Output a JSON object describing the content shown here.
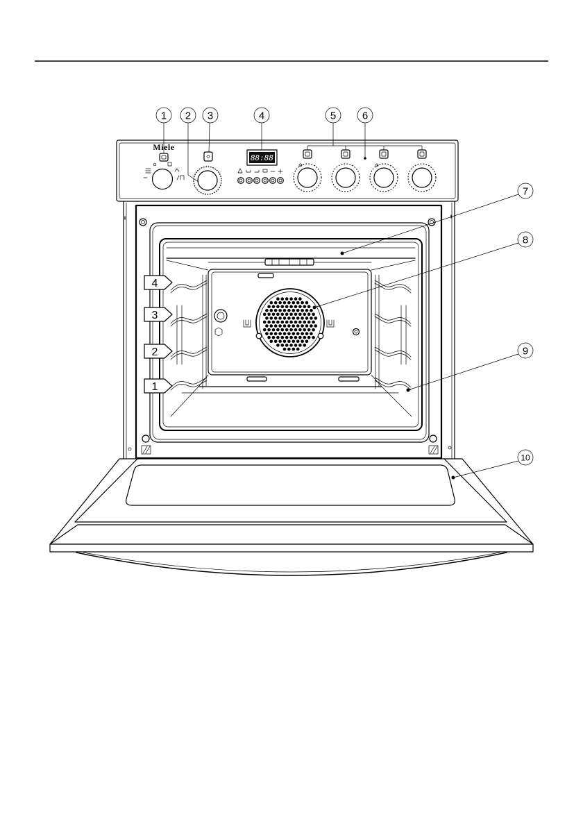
{
  "brand": "Miele",
  "timer_display": "88:88",
  "callouts": [
    "1",
    "2",
    "3",
    "4",
    "5",
    "6",
    "7",
    "8",
    "9",
    "10"
  ],
  "shelf_levels": [
    "4",
    "3",
    "2",
    "1"
  ],
  "colors": {
    "line": "#000000",
    "background": "#ffffff",
    "display": "#111111"
  }
}
